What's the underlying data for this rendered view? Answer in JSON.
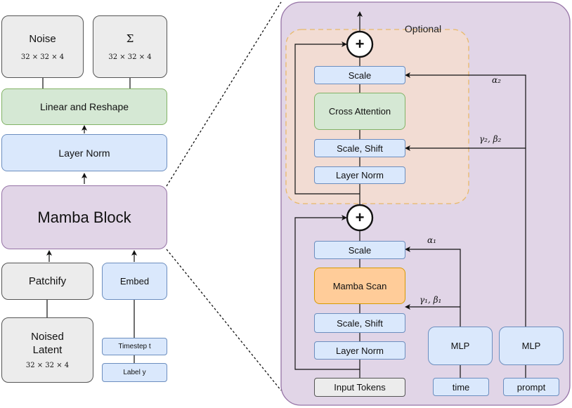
{
  "left": {
    "noise": {
      "title": "Noise",
      "dims": "32 × 32 × 4"
    },
    "sigma": {
      "title": "Σ",
      "dims": "32 × 32 × 4"
    },
    "linear_reshape": "Linear and Reshape",
    "layer_norm": "Layer Norm",
    "mamba_block": "Mamba Block",
    "patchify": "Patchify",
    "embed": "Embed",
    "noised_latent": {
      "line1": "Noised",
      "line2": "Latent",
      "dims": "32 × 32 × 4"
    },
    "timestep": "Timestep t",
    "label": "Label y"
  },
  "right": {
    "optional": "Optional",
    "scale_top": "Scale",
    "cross_attention": "Cross Attention",
    "scale_shift_top": "Scale, Shift",
    "layer_norm_top": "Layer Norm",
    "scale_bottom": "Scale",
    "mamba_scan": "Mamba Scan",
    "scale_shift_bottom": "Scale, Shift",
    "layer_norm_bottom": "Layer Norm",
    "input_tokens": "Input Tokens",
    "mlp_1": "MLP",
    "mlp_2": "MLP",
    "time": "time",
    "prompt": "prompt",
    "plus": "+",
    "alpha2": "α₂",
    "gamma2_beta2": "γ₂, β₂",
    "alpha1": "α₁",
    "gamma1_beta1": "γ₁, β₁"
  },
  "colors": {
    "gray": "#ececec",
    "green": "#d5e8d4",
    "blue": "#dae8fc",
    "purple": "#e1d5e7",
    "orange": "#ffcc99",
    "optional_region": "#f2dcd3"
  }
}
